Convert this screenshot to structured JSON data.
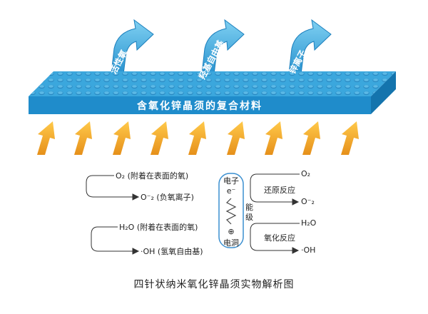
{
  "slab": {
    "title": "含氧化锌晶须的复合材料",
    "color_top": "#3ba7dd",
    "color_front": "#1f8ccb",
    "color_side": "#1474ad"
  },
  "emissions": [
    {
      "label": "活性氧"
    },
    {
      "label": "羟基自由基"
    },
    {
      "label": "锌离子"
    }
  ],
  "light_arrows": {
    "count": 9,
    "color": "#f2a51a"
  },
  "reactions_left": {
    "oxygen": {
      "input": "O₂ (附着在表面的氧)",
      "output": "O⁻₂ (负氧离子)"
    },
    "water": {
      "input": "H₂O (附着在表面的氧)",
      "output": "·OH  (氢氧自由基)"
    }
  },
  "center": {
    "electron_top": "电子",
    "electron_symbol": "e⁻",
    "hole_symbol": "⊕",
    "hole_label": "电洞",
    "energy_level": "能级"
  },
  "reactions_right": {
    "reduction": {
      "input": "O₂",
      "label": "还原反应",
      "output": "O⁻₂"
    },
    "oxidation": {
      "input": "H₂O",
      "label": "氧化反应",
      "output": "·OH"
    }
  },
  "caption": "四针状纳米氧化锌晶须实物解析图",
  "colors": {
    "arrow_blue": "#2c98d3",
    "arrow_blue_light": "#7fcdf0",
    "orange": "#f2a51a",
    "line": "#333333",
    "pill_border": "#3a8fd0"
  }
}
